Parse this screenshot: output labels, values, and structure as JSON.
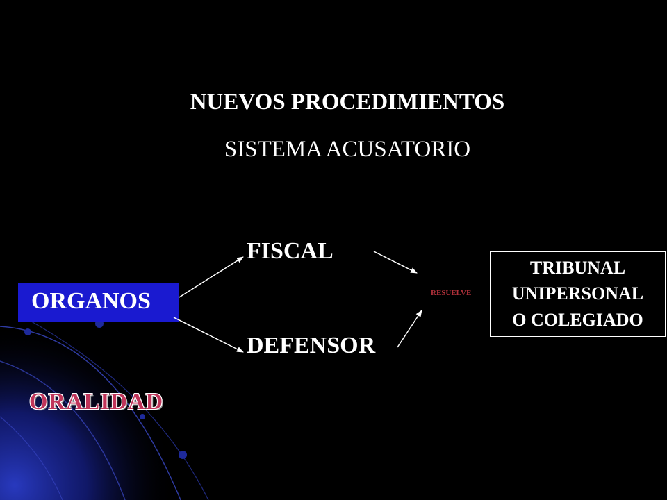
{
  "slide": {
    "title": "NUEVOS PROCEDIMIENTOS",
    "subtitle": "SISTEMA ACUSATORIO"
  },
  "diagram": {
    "organos": "ORGANOS",
    "fiscal": "FISCAL",
    "defensor": "DEFENSOR",
    "resuelve": "RESUELVE",
    "tribunal": {
      "line1": "TRIBUNAL",
      "line2": "UNIPERSONAL",
      "line3": "O COLEGIADO"
    }
  },
  "footer": {
    "oralidad": "ORALIDAD"
  },
  "colors": {
    "background": "#000000",
    "organos_box": "#1a1ad0",
    "resuelve_text": "#b0303a",
    "oralidad_text": "#c0355a",
    "decor_blue": "#1c2a9a"
  }
}
